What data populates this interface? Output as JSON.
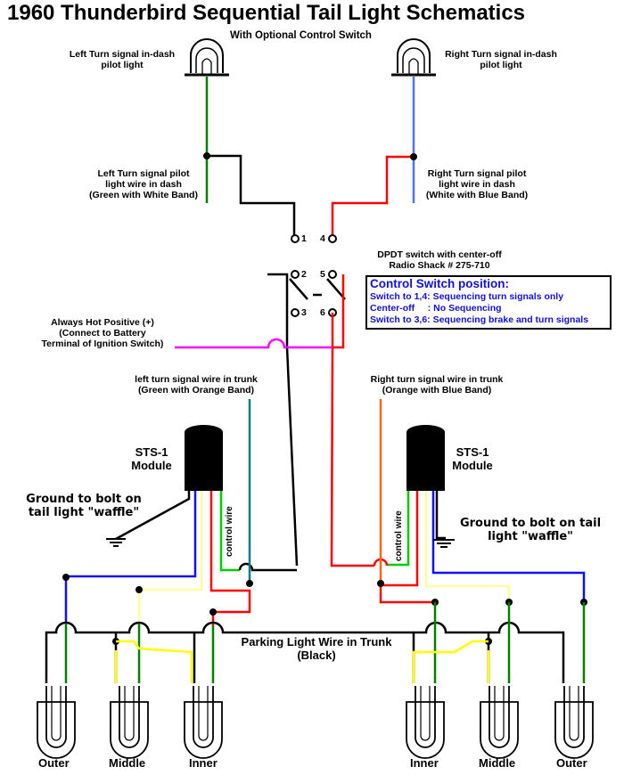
{
  "title": "1960 Thunderbird Sequential Tail Light Schematics",
  "subtitle": "With Optional Control Switch",
  "pilot_left": [
    "Left Turn signal in-dash",
    "pilot light"
  ],
  "pilot_right": [
    "Right Turn signal in-dash",
    "pilot light"
  ],
  "pilot_wire_left": [
    "Left Turn signal pilot",
    "light wire in dash",
    "(Green with White Band)"
  ],
  "pilot_wire_right": [
    "Right Turn signal pilot",
    "light wire in dash",
    "(White with Blue Band)"
  ],
  "switch_label": [
    "DPDT switch with center-off",
    "Radio Shack # 275-710"
  ],
  "terminals": [
    "1",
    "2",
    "3",
    "4",
    "5",
    "6"
  ],
  "control_box": {
    "title": "Control Switch position:",
    "lines": [
      "Switch to 1,4: Sequencing turn signals only",
      "Center-off     : No Sequencing",
      "Switch to 3,6: Sequencing brake and turn signals"
    ]
  },
  "hot_label": [
    "Always Hot Positive (+)",
    "(Connect to  Battery",
    "Terminal of Ignition Switch)"
  ],
  "trunk_left": [
    "left turn signal wire in trunk",
    "(Green with Orange Band)"
  ],
  "trunk_right": [
    "Right turn signal wire in trunk",
    "(Orange with Blue Band)"
  ],
  "module_left": [
    "STS-1",
    "Module"
  ],
  "module_right": [
    "STS-1",
    "Module"
  ],
  "ground_left": [
    "Ground to bolt on",
    "tail light \"waffle\""
  ],
  "ground_right": [
    "Ground to bolt on tail",
    "light \"waffle\""
  ],
  "control_wire": "control wire",
  "parking": [
    "Parking Light Wire in Trunk",
    "(Black)"
  ],
  "lamps_left": [
    "Outer",
    "Middle",
    "Inner"
  ],
  "lamps_right": [
    "Inner",
    "Middle",
    "Outer"
  ],
  "colors": {
    "green": "#008000",
    "blue": "#1010ff",
    "pilot_blue": "#5070ff",
    "red": "#ff0000",
    "magenta": "#ff00ff",
    "yellow": "#ffff00",
    "orange": "#ff6600",
    "light_yellow": "#ffff99",
    "black": "#000000",
    "control_blue": "#1010e0"
  }
}
